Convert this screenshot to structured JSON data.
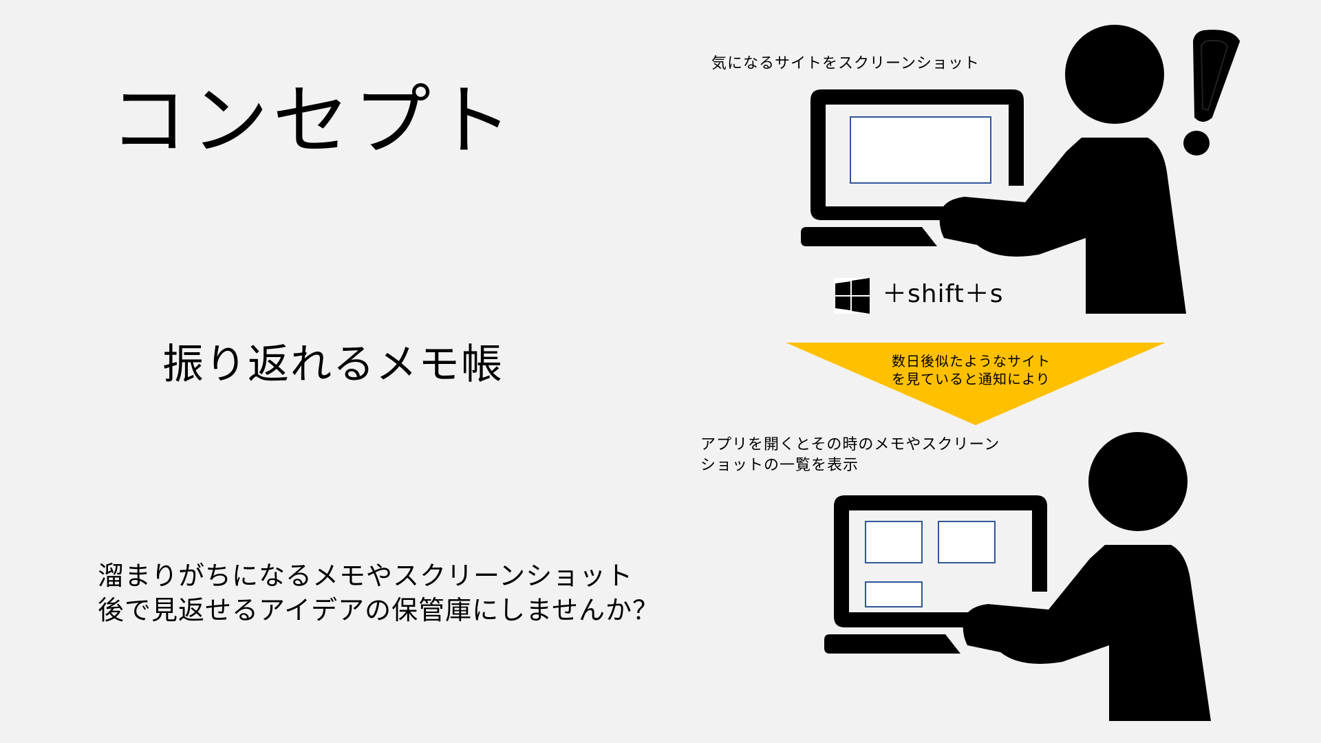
{
  "slide": {
    "title": "コンセプト",
    "subtitle": "振り返れるメモ帳",
    "description_lines": [
      "溜まりがちになるメモやスクリーンショット",
      "後で見返せるアイデアの保管庫にしませんか？"
    ]
  },
  "flow": {
    "step1_caption": "気になるサイトをスクリーンショット",
    "shortcut_text": "＋shift＋s",
    "shortcut_key_icon": "windows-logo-icon",
    "arrow_lines": [
      "数日後似たようなサイト",
      "を見ていると通知により"
    ],
    "arrow_color": "#ffc000",
    "step2_caption_lines": [
      "アプリを開くとその時のメモやスクリーン",
      "ショットの一覧を表示"
    ],
    "screen_box_border_color": "#2f5597"
  }
}
